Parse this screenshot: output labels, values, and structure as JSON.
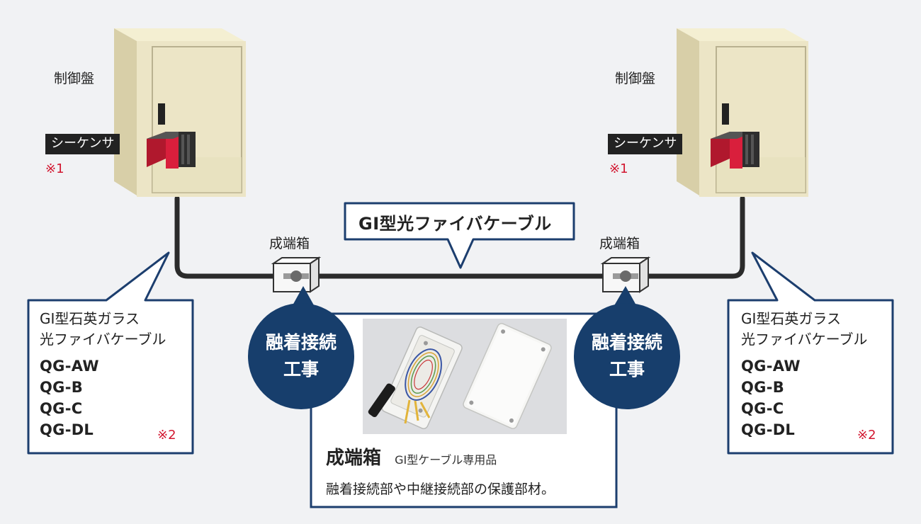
{
  "left_panel": {
    "panel_label": "制御盤",
    "sequencer_tag": "シーケンサ",
    "sequencer_note": "※1"
  },
  "right_panel": {
    "panel_label": "制御盤",
    "sequencer_tag": "シーケンサ",
    "sequencer_note": "※1"
  },
  "cable": {
    "label": "GI型光ファイバケーブル"
  },
  "left_box_label": "成端箱",
  "right_box_label": "成端箱",
  "left_callout": {
    "title_line1": "GI型石英ガラス",
    "title_line2": "光ファイバケーブル",
    "models": [
      "QG-AW",
      "QG-B",
      "QG-C",
      "QG-DL"
    ],
    "note": "※2"
  },
  "right_callout": {
    "title_line1": "GI型石英ガラス",
    "title_line2": "光ファイバケーブル",
    "models": [
      "QG-AW",
      "QG-B",
      "QG-C",
      "QG-DL"
    ],
    "note": "※2"
  },
  "splice_left": {
    "line1": "融着接続",
    "line2": "工事"
  },
  "splice_right": {
    "line1": "融着接続",
    "line2": "工事"
  },
  "product_box": {
    "title": "成端箱",
    "subtitle": "GI型ケーブル専用品",
    "description": "融着接続部や中継接続部の保護部材。"
  },
  "colors": {
    "callout_border": "#1c3e6e",
    "splice_circle": "#173e6c",
    "sequencer_red": "#d91f3c",
    "note_red": "#d2162f",
    "cabinet_body": "#ece5c6"
  }
}
